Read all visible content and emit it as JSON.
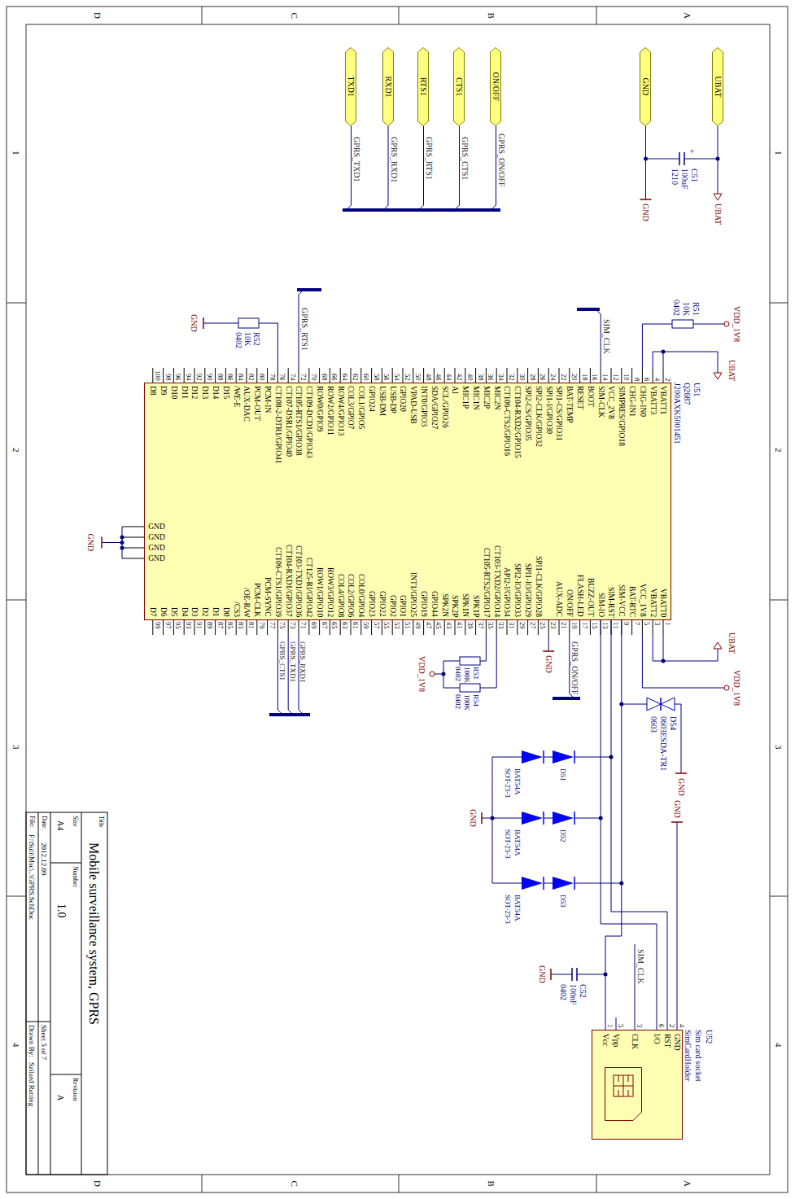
{
  "diagram": {
    "nodes": [
      {
        "text": [
          "U51",
          "Q2687",
          "J200AXK5001451"
        ]
      },
      {
        "text": [
          "U52",
          "Sim card socket",
          "SimCardHolder"
        ]
      },
      {
        "text": [
          "UBAT"
        ]
      },
      {
        "text": [
          "GND"
        ]
      },
      {
        "text": [
          "TXD1"
        ]
      },
      {
        "text": [
          "RXD1"
        ]
      },
      {
        "text": [
          "RTS1"
        ]
      },
      {
        "text": [
          "CTS1"
        ]
      },
      {
        "text": [
          "ON/OFF"
        ]
      }
    ],
    "edges": [
      {
        "from": 0,
        "to": 1,
        "arrow": "none"
      },
      {
        "from": 0,
        "to": 1,
        "arrow": "none"
      },
      {
        "from": 0,
        "to": 1,
        "arrow": "none"
      }
    ],
    "labels": [
      "VBATT1",
      "2",
      "VBATT3",
      "4",
      "CHG-IN0",
      "6",
      "CHG-IN1",
      "8",
      "SIMPRES/GPIO18",
      "10",
      "VCC_2V8",
      "12",
      "SIM-CLK",
      "14",
      "BOOT",
      "16",
      "RESET",
      "18",
      "BAT-TEMP",
      "20",
      "SPI1-CS/GPIO31",
      "22",
      "SPI1-I/GPIO30",
      "24",
      "SPI2-CLK/GPIO32",
      "26",
      "SPI2-CS/GPIO35",
      "28",
      "CT104-RXD2/GPIO15",
      "30",
      "CT106-CTS2/GPIO16",
      "32",
      "MIC2N",
      "34",
      "MIC2P",
      "36",
      "MIC1N",
      "38",
      "MIC1P",
      "40",
      "AI",
      "42",
      "SCL/GPIO26",
      "44",
      "SDA/GPIO27",
      "46",
      "INT0/GPIO3",
      "48",
      "VPAD-USB",
      "50",
      "GPIO20",
      "52",
      "USB-DP",
      "54",
      "USB-DM",
      "56",
      "GPIO24",
      "58",
      "COL1/GPIO5",
      "60",
      "COL3/GPIO7",
      "62",
      "ROW4/GPIO13",
      "64",
      "ROW2/GPIO11",
      "66",
      "ROW0/GPIO9",
      "68",
      "CT109-DCD1/GPIO43",
      "70",
      "CT105-RTS1/GPIO38",
      "72",
      "CT107-DSR1/GPIO40",
      "74",
      "CT108-2-DTR1/GPIO41",
      "76",
      "PCM-IN",
      "78",
      "PCM-OUT",
      "80",
      "AUX-DAC",
      "82",
      "/WE-E",
      "84",
      "D15",
      "86",
      "D14",
      "88",
      "D13",
      "90",
      "D12",
      "92",
      "D11",
      "94",
      "D10",
      "96",
      "D9",
      "98",
      "D8",
      "100",
      "VBATT0",
      "1",
      "VBATT2",
      "3",
      "VCC_1V8",
      "5",
      "BAT-RTC",
      "7",
      "SIM-VCC",
      "9",
      "SIM-RST",
      "11",
      "SIM-IO",
      "13",
      "BUZZ-OUT",
      "15",
      "FLASH-LED",
      "17",
      "ON/OFF",
      "19",
      "AUX-ADC",
      "21",
      "23",
      "SPI1-CLK/GPIO28",
      "25",
      "SPI1-IO/GPIO29",
      "27",
      "SPI2-IO/GPIO33",
      "29",
      "API2-I/GPIO34",
      "31",
      "CT103-TXD2/GPIO14",
      "33",
      "CT105-RTS2/GPIO17",
      "35",
      "SPK1P",
      "37",
      "SPK1N",
      "39",
      "SPK2P",
      "41",
      "SPK2N",
      "43",
      "GPIO44",
      "45",
      "GPIO19",
      "47",
      "INT1/GPIO25",
      "49",
      "GPIO1",
      "51",
      "GPIO2",
      "53",
      "GPIO22",
      "55",
      "GPIO23",
      "57",
      "COL0/GPIO4",
      "59",
      "COL2/GPIO6",
      "61",
      "COL4/GPIO8",
      "63",
      "ROW3/GPIO12",
      "65",
      "ROW1/GPIO10",
      "67",
      "CT125-RI/GPIO42",
      "69",
      "CT103-TXD1/GPIO36",
      "71",
      "CT104-RXD1/GPIO37",
      "73",
      "CT106-CTS1/GPIO39",
      "75",
      "PCM-SYNC",
      "77",
      "PCM-CLK",
      "79",
      "/OE-R/W",
      "81",
      "/CS3",
      "83",
      "D0",
      "85",
      "D1",
      "87",
      "D2",
      "89",
      "D3",
      "91",
      "D4",
      "93",
      "D5",
      "95",
      "D6",
      "97",
      "D7",
      "99",
      "GND",
      "GND",
      "GND",
      "GND",
      "UBAT",
      "GND",
      "C51",
      "100uF",
      "1210",
      "+",
      "GPRS_TXD1",
      "GPRS_RXD1",
      "GPRS_RTS1",
      "GPRS_CTS1",
      "GPRS_ON/OFF",
      "VDD_1V8",
      "R51",
      "10K",
      "0402",
      "UBAT",
      "SIM_CLK",
      "GPRS_RTS1",
      "GND",
      "R52",
      "10K",
      "0402",
      "UBAT",
      "VDD_1V8",
      "D54",
      "0603ESDA-TR1",
      "0603",
      "GND",
      "GND",
      "GPRS_ON/OFF",
      "GND",
      "R53",
      "100K",
      "0402",
      "R54",
      "100K",
      "0402",
      "VDD_1V8",
      "GPRS_RXD1",
      "GPRS_TXD1",
      "GPRS_CTS1",
      "GND",
      "D51",
      "BAT54A",
      "SOT-23-3",
      "D52",
      "BAT54A",
      "SOT-23-3",
      "D53",
      "BAT54A",
      "SOT-23-3",
      "GND",
      "SIM_CLK",
      "C52",
      "100nF",
      "0402",
      "GND",
      "GND",
      "4",
      "RST",
      "2",
      "I/O",
      "6",
      "CLK",
      "3",
      "Vpp",
      "5",
      "Vcc",
      "1",
      "Title",
      "Mobile surveillance system, GPRS",
      "Size",
      "Number",
      "Revision",
      "A4",
      "1.0",
      "A",
      "Date:",
      "2012.12.09",
      "Sheet 5 of 7",
      "File:",
      "F:\\Suli\\Msc\\..\\GPRS.SchDoc",
      "Drawn By:",
      "Szilard Ratting",
      "A",
      "B",
      "C",
      "D",
      "A",
      "B",
      "C",
      "D",
      "1",
      "2",
      "3",
      "4",
      "1",
      "2",
      "3",
      "4"
    ]
  }
}
